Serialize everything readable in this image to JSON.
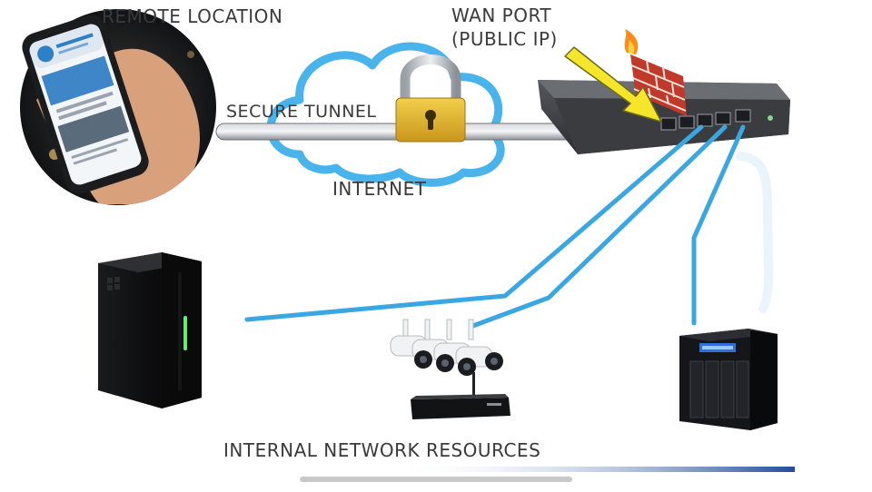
{
  "labels": {
    "remote_location": "REMOTE LOCATION",
    "wan_port_line1": "WAN PORT",
    "wan_port_line2": "(PUBLIC IP)",
    "secure_tunnel": "SECURE TUNNEL",
    "internet": "INTERNET",
    "internal_resources": "INTERNAL NETWORK RESOURCES"
  },
  "colors": {
    "link_blue": "#3aa7e2",
    "cloud_blue": "#49b3ec",
    "lock_gold": "#e8b82a",
    "firewall_red": "#c0392b",
    "arrow_yellow": "#f5e52b",
    "label_text": "#3a3a3a"
  },
  "icons": {
    "phone": "smartphone-icon",
    "cloud": "cloud-icon",
    "lock": "padlock-icon",
    "router": "router-icon",
    "firewall": "firewall-icon",
    "server": "tower-server-icon",
    "cameras": "security-camera-icon",
    "nas": "nas-storage-icon"
  }
}
